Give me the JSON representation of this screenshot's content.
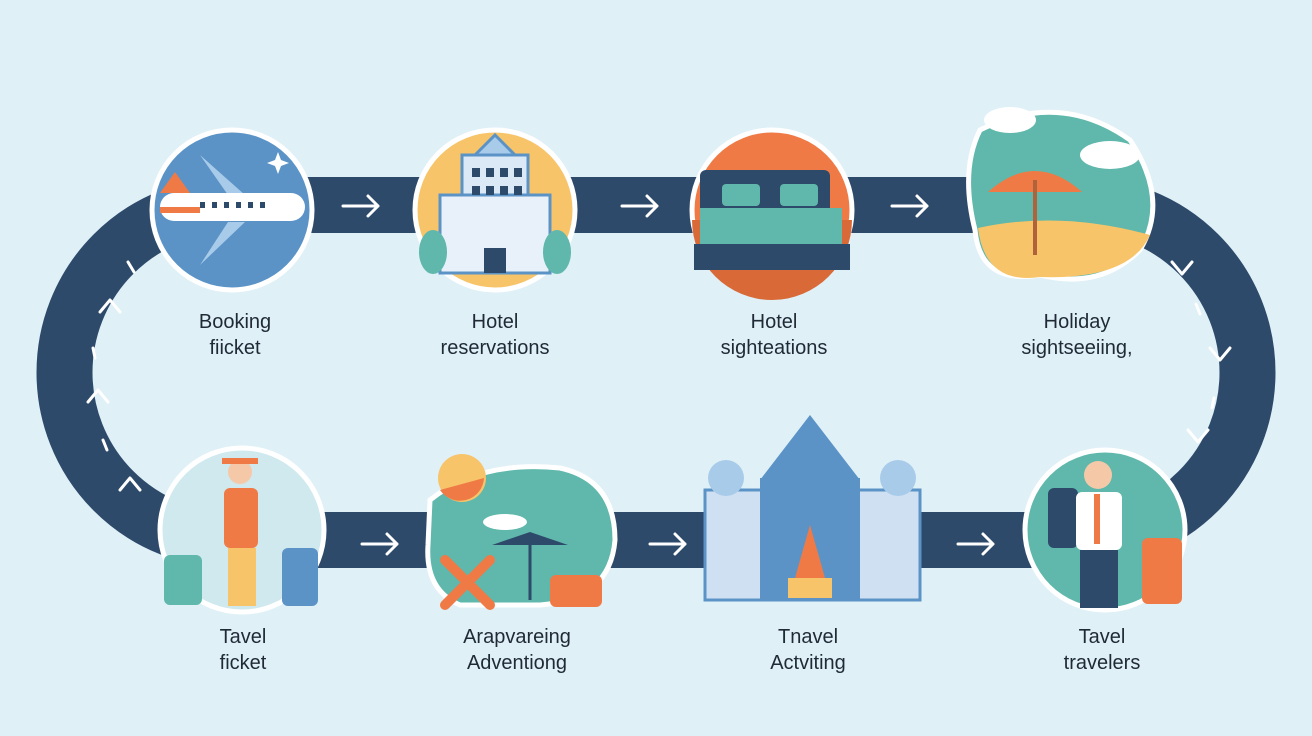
{
  "colors": {
    "background": "#dff0f7",
    "track": "#2e4a6b",
    "orange": "#f07a45",
    "teal": "#5fb8ab",
    "blue": "#5b93c7",
    "yellow": "#f7c46a"
  },
  "steps": [
    {
      "line1": "Booking",
      "line2": "fiicket",
      "icon": "airplane-icon"
    },
    {
      "line1": "Hotel",
      "line2": "reservations",
      "icon": "hotel-building-icon"
    },
    {
      "line1": "Hotel",
      "line2": "sighteations",
      "icon": "bed-icon"
    },
    {
      "line1": "Holiday",
      "line2": "sightseeiing,",
      "icon": "beach-umbrella-icon"
    },
    {
      "line1": "Tavel",
      "line2": "ficket",
      "icon": "traveler-with-luggage-icon"
    },
    {
      "line1": "Arapvareing",
      "line2": "Adventiong",
      "icon": "sun-umbrella-icon"
    },
    {
      "line1": "Tnavel",
      "line2": "Actviting",
      "icon": "landmark-building-icon"
    },
    {
      "line1": "Tavel",
      "line2": "travelers",
      "icon": "traveler-with-suitcase-icon"
    }
  ]
}
